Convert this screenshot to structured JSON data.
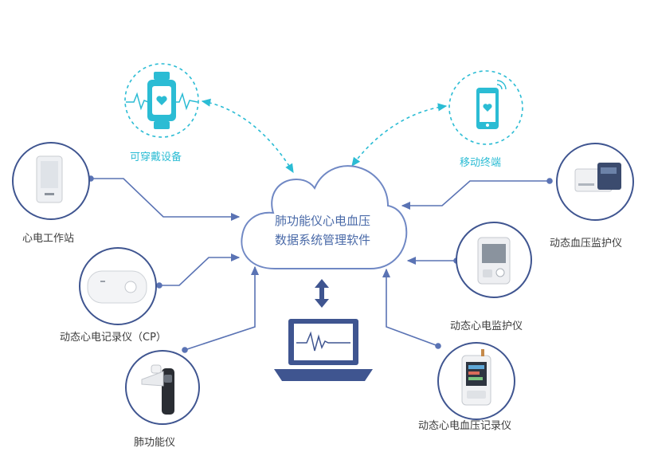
{
  "center": {
    "line1": "肺功能仪心电血压",
    "line2": "数据系统管理软件"
  },
  "labels": {
    "wearable": "可穿戴设备",
    "mobile": "移动终端",
    "ecg_workstation": "心电工作站",
    "holter_cp": "动态心电记录仪（CP）",
    "spirometer": "肺功能仪",
    "abpm": "动态血压监护仪",
    "ecg_monitor": "动态心电监护仪",
    "ecg_bp_recorder": "动态心电血压记录仪"
  },
  "colors": {
    "cyan": "#2bbcd4",
    "navy": "#3f5590",
    "line": "#5a73b4",
    "cloud": "#7088c4"
  }
}
